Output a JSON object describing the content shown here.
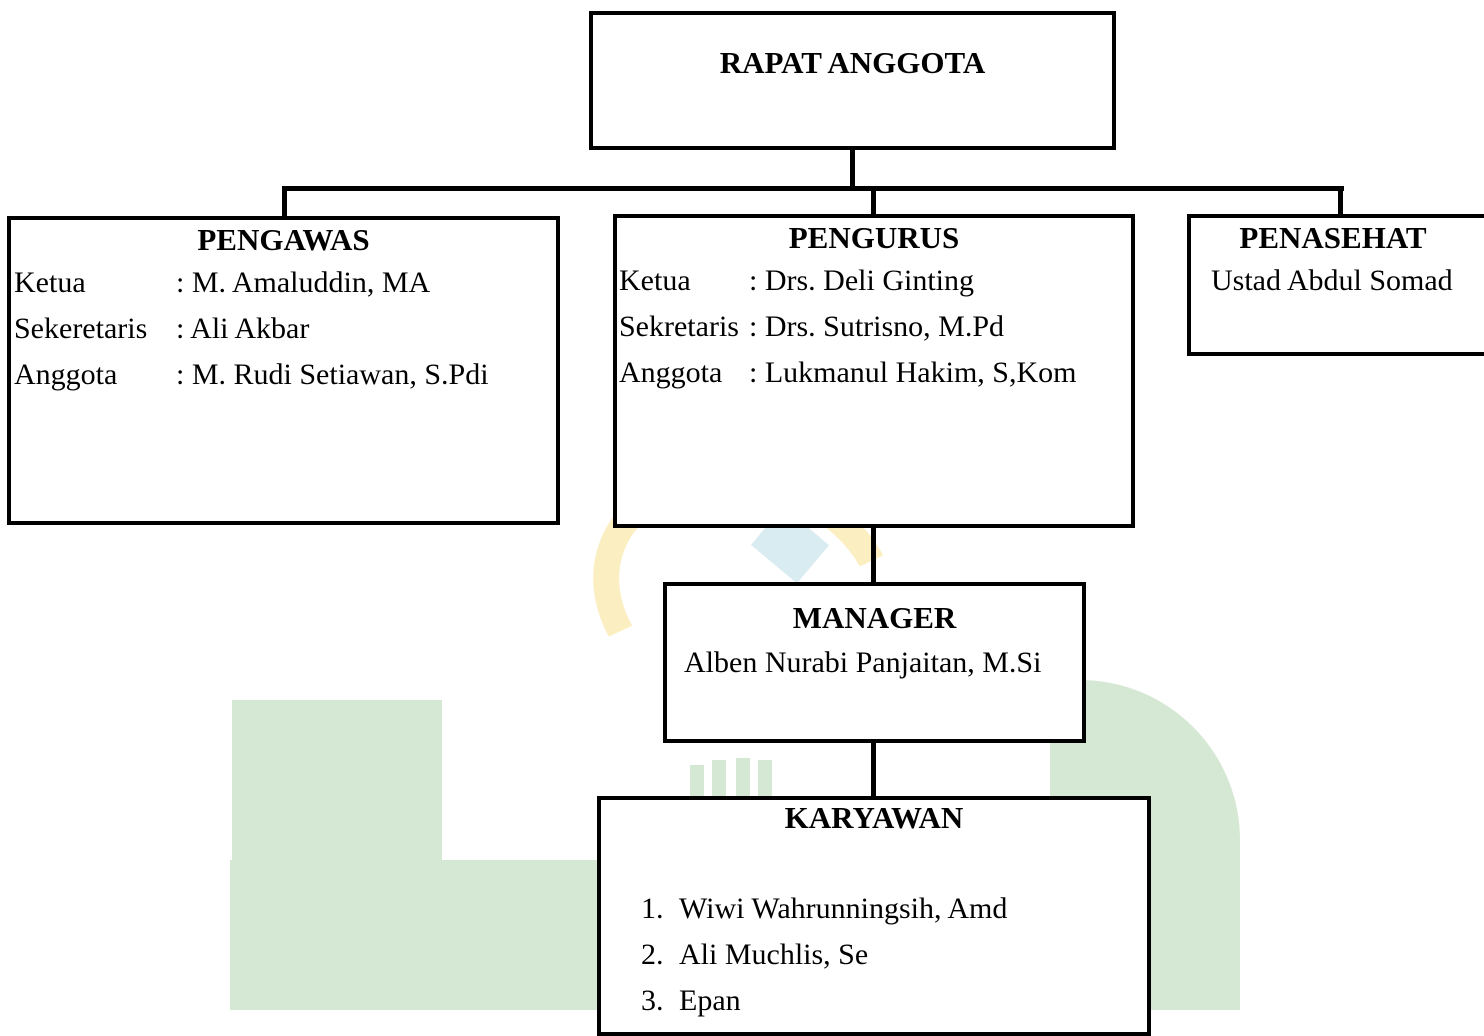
{
  "rapat_anggota": {
    "title": "RAPAT ANGGOTA"
  },
  "pengawas": {
    "title": "PENGAWAS",
    "rows": [
      {
        "key": "Ketua",
        "value": ": M. Amaluddin, MA"
      },
      {
        "key": "Sekeretaris",
        "value": ": Ali Akbar"
      },
      {
        "key": "Anggota",
        "value": ": M. Rudi Setiawan, S.Pdi"
      }
    ]
  },
  "pengurus": {
    "title": "PENGURUS",
    "rows": [
      {
        "key": "Ketua",
        "value": ": Drs. Deli Ginting"
      },
      {
        "key": "Sekretaris",
        "value": ": Drs. Sutrisno, M.Pd"
      },
      {
        "key": "Anggota",
        "value": ": Lukmanul Hakim, S,Kom"
      }
    ]
  },
  "penasehat": {
    "title": "PENASEHAT",
    "name": "Ustad Abdul Somad"
  },
  "manager": {
    "title": "MANAGER",
    "name": "Alben Nurabi Panjaitan, M.Si"
  },
  "karyawan": {
    "title": "KARYAWAN",
    "items": [
      {
        "num": "1.",
        "name": "Wiwi Wahrunningsih, Amd"
      },
      {
        "num": "2.",
        "name": "Ali Muchlis, Se"
      },
      {
        "num": "3.",
        "name": "Epan"
      }
    ]
  }
}
